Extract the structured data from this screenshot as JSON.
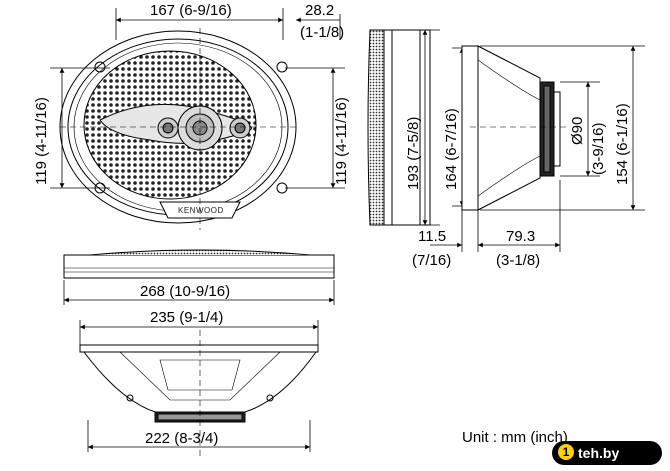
{
  "dimensions": {
    "top_width": "167 (6-9/16)",
    "top_depth_mm": "28.2",
    "top_depth_in": "(1-1/8)",
    "left_height": "119 (4-11/16)",
    "right_height": "119 (4-11/16)",
    "side_outer_height": "193 (7-5/8)",
    "side_inner_height": "164 (6-7/16)",
    "magnet_dia": "Ø90",
    "magnet_dia_in": "(3-9/16)",
    "overall_height": "154 (6-1/16)",
    "flange_mm": "11.5",
    "flange_in": "(7/16)",
    "mount_depth_mm": "79.3",
    "mount_depth_in": "(3-1/8)",
    "overall_width": "268 (10-9/16)",
    "mount_width": "235 (9-1/4)",
    "bottom_width": "222 (8-3/4)"
  },
  "brand": "KENWOOD",
  "unit_label": "Unit : mm (inch)",
  "watermark": "teh.by"
}
